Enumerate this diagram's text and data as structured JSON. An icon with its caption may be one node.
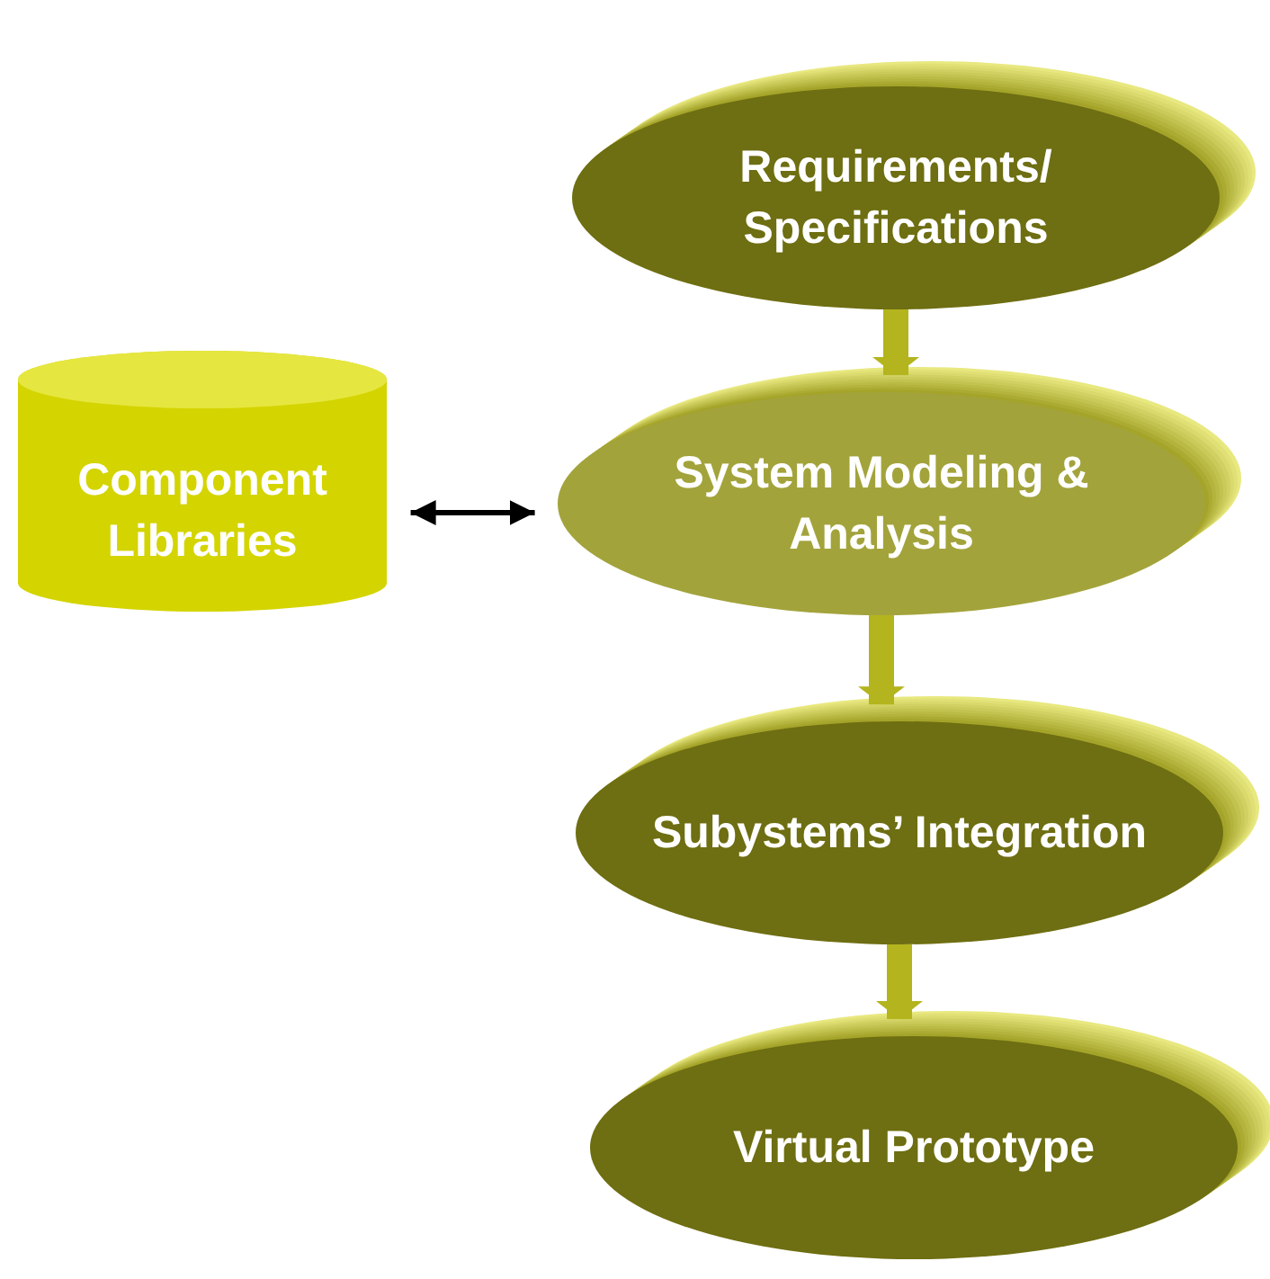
{
  "diagram": {
    "nodes": [
      {
        "text": [
          "Requirements/ Specifications"
        ]
      },
      {
        "text": [
          "Component Libraries"
        ]
      },
      {
        "text": [
          "System Modeling & Analysis"
        ]
      },
      {
        "text": [
          "Subystems’ Integration"
        ]
      },
      {
        "text": [
          "Virtual Prototype"
        ]
      }
    ],
    "edges": [
      {
        "from": 0,
        "to": 2,
        "arrow": "to"
      },
      {
        "from": 1,
        "to": 2,
        "arrow": "both",
        "color": "#000000"
      },
      {
        "from": 2,
        "to": 3,
        "arrow": "to"
      },
      {
        "from": 3,
        "to": 4,
        "arrow": "to"
      }
    ]
  }
}
